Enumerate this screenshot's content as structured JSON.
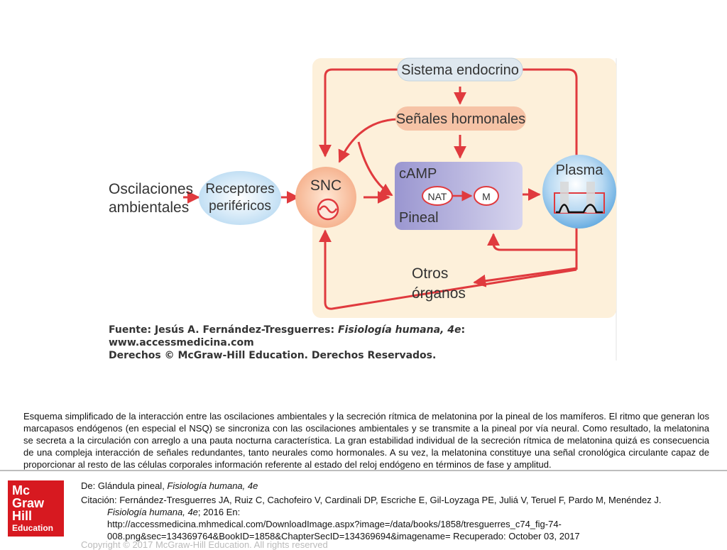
{
  "diagram": {
    "input_label_line1": "Oscilaciones",
    "input_label_line2": "ambientales",
    "receptors_line1": "Receptores",
    "receptors_line2": "periféricos",
    "snc": "SNC",
    "endocrine": "Sistema endocrino",
    "hormonal_signals": "Señales hormonales",
    "camp": "cAMP",
    "nat": "NAT",
    "m": "M",
    "pineal": "Pineal",
    "plasma": "Plasma",
    "organs_line1": "Otros",
    "organs_line2": "órganos",
    "source_line1_prefix": "Fuente: Jesús A. Fernández-Tresguerres: ",
    "source_line1_title": "Fisiología humana, 4e",
    "source_line1_suffix": ":",
    "source_line2": "www.accessmedicina.com",
    "source_line3": "Derechos © McGraw-Hill Education. Derechos Reservados.",
    "colors": {
      "panel": "#fdf0da",
      "arrow": "#e03a3e",
      "salmon_box": "#f6c3a6",
      "blue_box": "#c9e3f4",
      "pineal_box": "#a9a6d6",
      "plasma": "#8fc2e8"
    }
  },
  "caption": "Esquema simplificado de la interacción entre las oscilaciones ambientales y la secreción rítmica de melatonina por la pineal de los mamíferos. El ritmo que generan los marcapasos endógenos (en especial el NSQ) se sincroniza con las oscilaciones ambientales y se transmite a la pineal por vía neural. Como resultado, la melatonina se secreta a la circulación con arreglo a una pauta nocturna característica. La gran estabilidad individual de la secreción rítmica de melatonina quizá es consecuencia de una compleja interacción de señales redundantes, tanto neurales como hormonales. A su vez, la melatonina constituye una señal cronológica circulante capaz de proporcionar al resto de las células corporales información referente al estado del reloj endógeno en términos de fase y amplitud.",
  "logo": {
    "line1": "Mc",
    "line2": "Graw",
    "line3": "Hill",
    "line4": "Education"
  },
  "reference": {
    "from_prefix": "De: Glándula pineal, ",
    "from_title": "Fisiología humana, 4e",
    "citation_line1": "Citación: Fernández-Tresguerres JA, Ruiz C, Cachofeiro V, Cardinali DP, Escriche E, Gil-Loyzaga PE, Juliá V, Teruel F, Pardo M, Menéndez J.",
    "citation_title": "Fisiología humana, 4e",
    "citation_year": "; 2016 En:",
    "citation_url1": "http://accessmedicina.mhmedical.com/DownloadImage.aspx?image=/data/books/1858/tresguerres_c74_fig-74-",
    "citation_url2": "008.png&sec=134369764&BookID=1858&ChapterSecID=134369694&imagename= Recuperado: October 03, 2017",
    "copyright": "Copyright © 2017 McGraw-Hill Education. All rights reserved"
  }
}
